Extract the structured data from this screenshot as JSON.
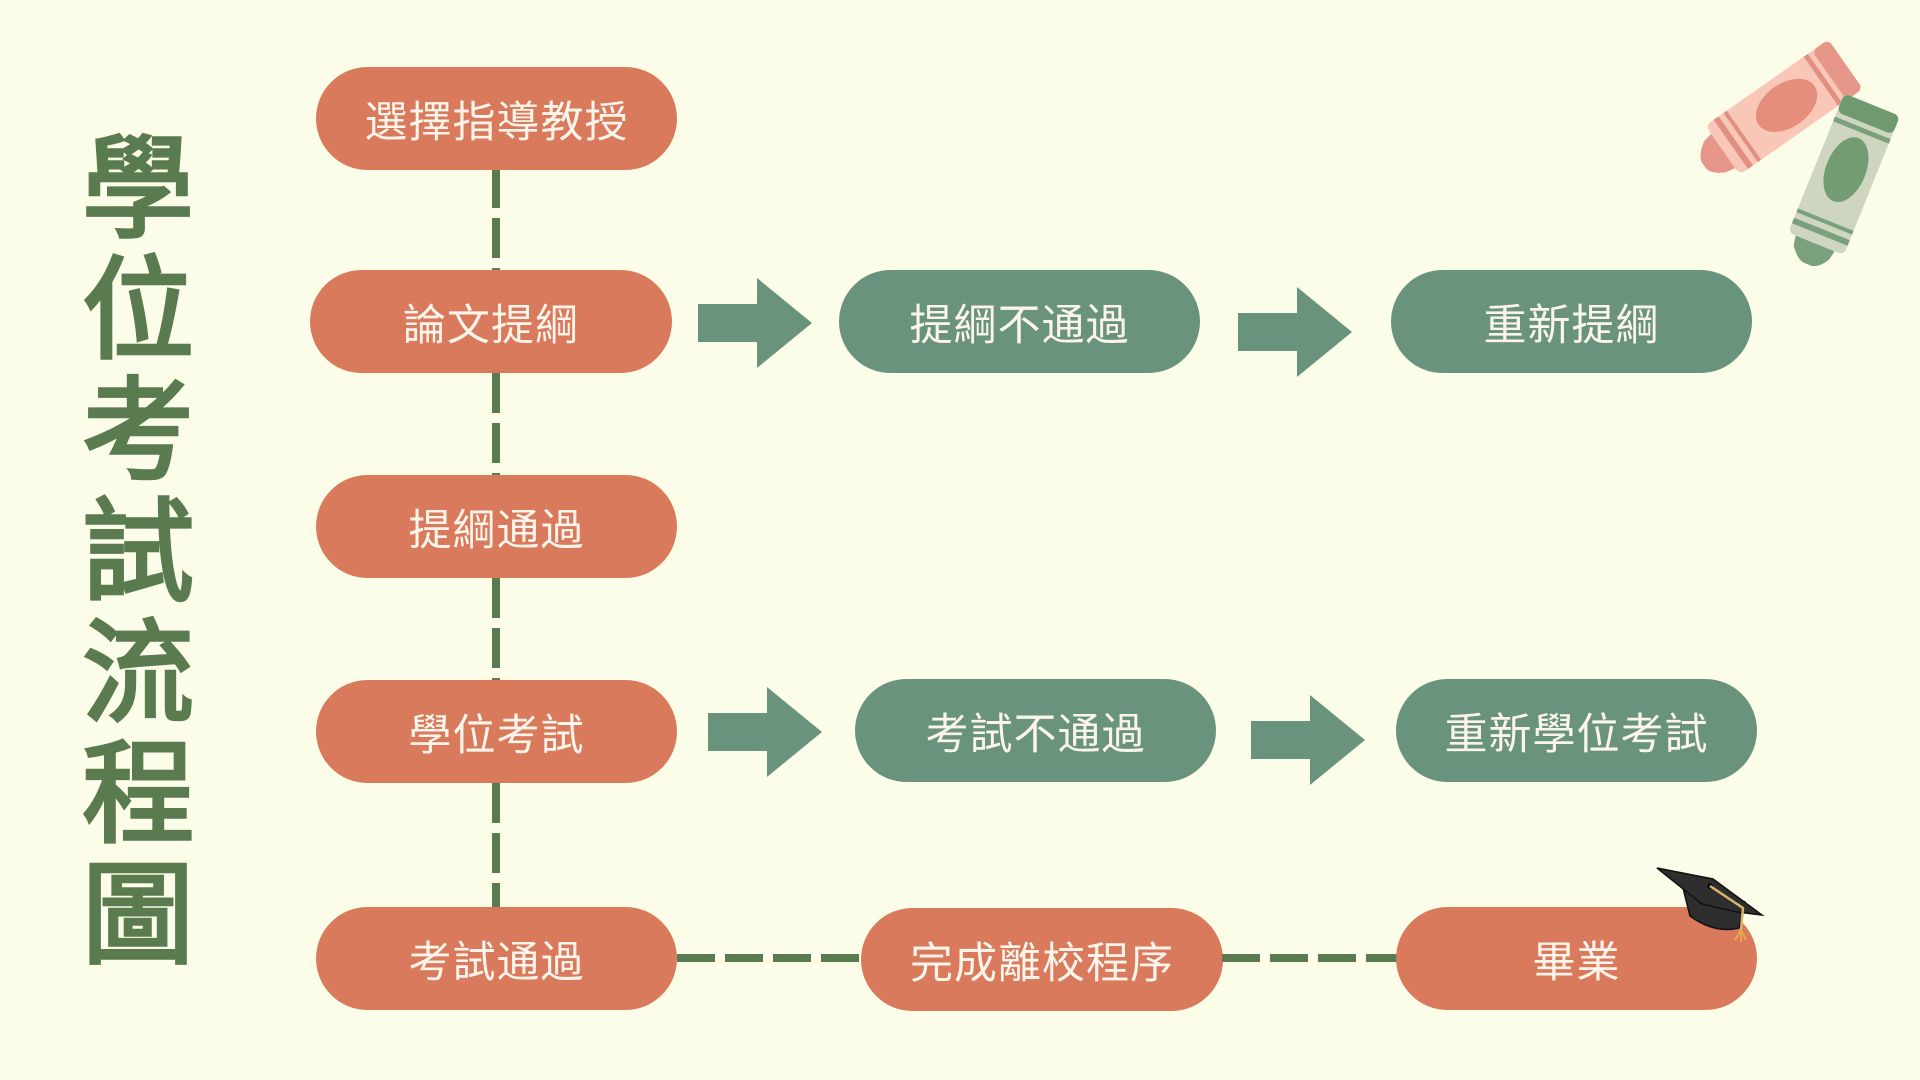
{
  "title": {
    "chars": [
      "學",
      "位",
      "考",
      "試",
      "流",
      "程",
      "圖"
    ],
    "text": "學位考試流程圖",
    "color": "#5a7a4f"
  },
  "colors": {
    "background": "#fcfde8",
    "main_step": "#d97a5c",
    "branch_step": "#6a937d",
    "connector": "#5a7a4f",
    "text": "#fbf4ea"
  },
  "steps": {
    "select_advisor": "選擇指導教授",
    "thesis_proposal": "論文提綱",
    "proposal_passed": "提綱通過",
    "degree_exam": "學位考試",
    "exam_passed": "考試通過",
    "leaving_procedures": "完成離校程序",
    "graduation": "畢業"
  },
  "branches": {
    "proposal_failed": "提綱不通過",
    "redo_proposal": "重新提綱",
    "exam_failed": "考試不通過",
    "redo_exam": "重新學位考試"
  },
  "decorations": [
    "crayon-pink-icon",
    "crayon-green-icon",
    "graduation-cap-icon"
  ]
}
